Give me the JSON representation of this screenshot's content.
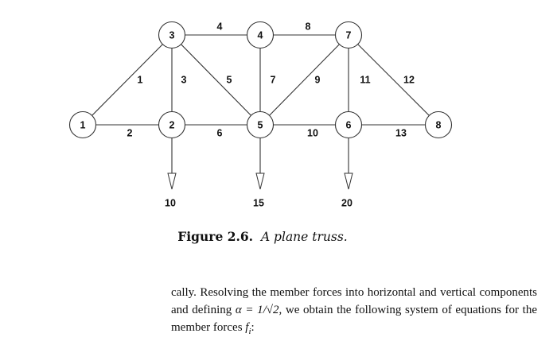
{
  "figure": {
    "nodes": [
      "1",
      "2",
      "3",
      "4",
      "5",
      "6",
      "7",
      "8"
    ],
    "members": [
      {
        "label": "1",
        "from": "1",
        "to": "3"
      },
      {
        "label": "2",
        "from": "1",
        "to": "2"
      },
      {
        "label": "3",
        "from": "2",
        "to": "3"
      },
      {
        "label": "4",
        "from": "3",
        "to": "4"
      },
      {
        "label": "5",
        "from": "3",
        "to": "5"
      },
      {
        "label": "6",
        "from": "2",
        "to": "5"
      },
      {
        "label": "7",
        "from": "4",
        "to": "5"
      },
      {
        "label": "8",
        "from": "4",
        "to": "7"
      },
      {
        "label": "9",
        "from": "5",
        "to": "7"
      },
      {
        "label": "10",
        "from": "5",
        "to": "6"
      },
      {
        "label": "11",
        "from": "6",
        "to": "7"
      },
      {
        "label": "12",
        "from": "7",
        "to": "8"
      },
      {
        "label": "13",
        "from": "6",
        "to": "8"
      }
    ],
    "loads": [
      {
        "node": "2",
        "value": "10"
      },
      {
        "node": "5",
        "value": "15"
      },
      {
        "node": "6",
        "value": "20"
      }
    ],
    "caption_label": "Figure 2.6.",
    "caption_text": "A plane truss."
  },
  "paragraph": {
    "line1": "cally. Resolving the member forces into horizontal and vertical components",
    "line2_a": "and defining ",
    "line2_math": "α = 1/√2",
    "line2_b": ", we obtain the following system of equations for the",
    "line3_a": "member forces ",
    "line3_math": "f",
    "line3_sub": "i",
    "line3_b": ":"
  }
}
